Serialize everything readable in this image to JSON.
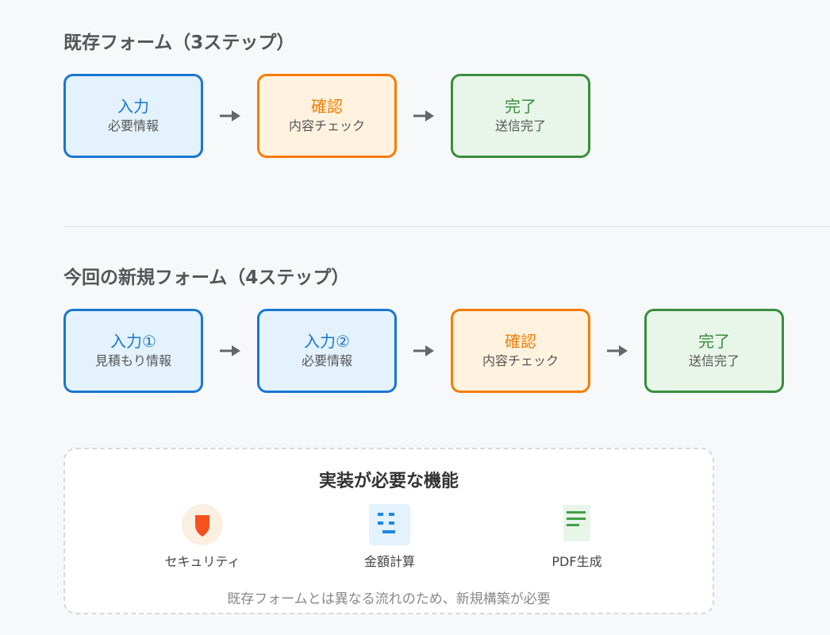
{
  "existing_form": {
    "title": "既存フォーム（3ステップ）",
    "steps": [
      {
        "name": "入力",
        "desc": "必要情報"
      },
      {
        "name": "確認",
        "desc": "内容チェック"
      },
      {
        "name": "完了",
        "desc": "送信完了"
      }
    ]
  },
  "new_form": {
    "title": "今回の新規フォーム（4ステップ）",
    "steps": [
      {
        "name": "入力①",
        "desc": "見積もり情報"
      },
      {
        "name": "入力②",
        "desc": "必要情報"
      },
      {
        "name": "確認",
        "desc": "内容チェック"
      },
      {
        "name": "完了",
        "desc": "送信完了"
      }
    ]
  },
  "features": {
    "title": "実装が必要な機能",
    "items": [
      {
        "label": "セキュリティ",
        "icon": "shield-icon"
      },
      {
        "label": "金額計算",
        "icon": "calculator-icon"
      },
      {
        "label": "PDF生成",
        "icon": "document-icon"
      }
    ],
    "note": "既存フォームとは異なる流れのため、新規構築が必要"
  },
  "colors": {
    "input": "#1976d2",
    "confirm": "#f57c00",
    "complete": "#388e3c",
    "arrow": "#666666"
  }
}
